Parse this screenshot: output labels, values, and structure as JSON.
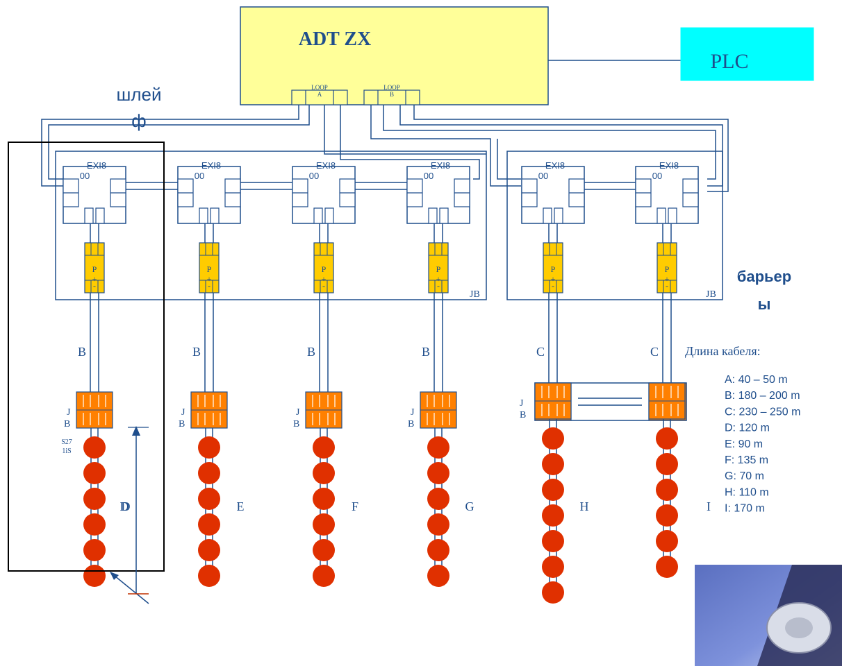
{
  "controller": {
    "title": "ADT ZX",
    "loop_a": "LOOP\nA",
    "loop_b": "LOOP\nB"
  },
  "plc": {
    "label": "PLC"
  },
  "loop_label": "шлей\nф",
  "barrier_label": "барьер\nы",
  "module_label": "EXI8\n00",
  "barrier_unit_label": "P\n+\n-",
  "jb_label": "JB",
  "field_jb_label": "J\nB",
  "detector_label": "S27\n1iS",
  "dimension_label": "D",
  "branches": [
    {
      "cable": "B",
      "section": "D",
      "detectors": 6
    },
    {
      "cable": "B",
      "section": "E",
      "detectors": 6
    },
    {
      "cable": "B",
      "section": "F",
      "detectors": 6
    },
    {
      "cable": "B",
      "section": "G",
      "detectors": 6
    },
    {
      "cable": "C",
      "section": "H",
      "detectors": 7
    },
    {
      "cable": "C",
      "section": "I",
      "detectors": 6
    }
  ],
  "cable_lengths": {
    "title": "Длина кабеля:",
    "items": [
      "A: 40 – 50 m",
      "B: 180 – 200 m",
      "C: 230 – 250 m",
      "D: 120 m",
      "E: 90 m",
      "F: 135 m",
      "G: 70 m",
      "H: 110 m",
      "I:   170 m"
    ]
  },
  "colors": {
    "line": "#1f4e8c",
    "controller_fill": "#ffff99",
    "plc_fill": "#00ffff",
    "barrier_fill": "#ffcc00",
    "jb_fill": "#ff8000",
    "detector_fill": "#e03000",
    "text": "#1f4e8c"
  }
}
